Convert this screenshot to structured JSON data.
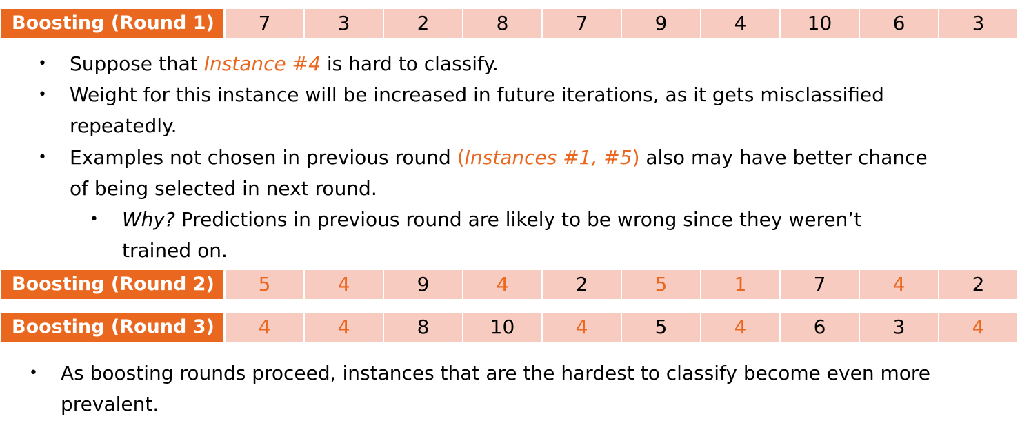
{
  "round1": {
    "label": "Boosting (Round 1)",
    "cells": [
      {
        "v": "7",
        "hl": false
      },
      {
        "v": "3",
        "hl": false
      },
      {
        "v": "2",
        "hl": false
      },
      {
        "v": "8",
        "hl": false
      },
      {
        "v": "7",
        "hl": false
      },
      {
        "v": "9",
        "hl": false
      },
      {
        "v": "4",
        "hl": false
      },
      {
        "v": "10",
        "hl": false
      },
      {
        "v": "6",
        "hl": false
      },
      {
        "v": "3",
        "hl": false
      }
    ]
  },
  "round2": {
    "label": "Boosting (Round 2)",
    "cells": [
      {
        "v": "5",
        "hl": true
      },
      {
        "v": "4",
        "hl": true
      },
      {
        "v": "9",
        "hl": false
      },
      {
        "v": "4",
        "hl": true
      },
      {
        "v": "2",
        "hl": false
      },
      {
        "v": "5",
        "hl": true
      },
      {
        "v": "1",
        "hl": true
      },
      {
        "v": "7",
        "hl": false
      },
      {
        "v": "4",
        "hl": true
      },
      {
        "v": "2",
        "hl": false
      }
    ]
  },
  "round3": {
    "label": "Boosting (Round 3)",
    "cells": [
      {
        "v": "4",
        "hl": true
      },
      {
        "v": "4",
        "hl": true
      },
      {
        "v": "8",
        "hl": false
      },
      {
        "v": "10",
        "hl": false
      },
      {
        "v": "4",
        "hl": true
      },
      {
        "v": "5",
        "hl": false
      },
      {
        "v": "4",
        "hl": true
      },
      {
        "v": "6",
        "hl": false
      },
      {
        "v": "3",
        "hl": false
      },
      {
        "v": "4",
        "hl": true
      }
    ]
  },
  "bullets": {
    "b1_pre": "Suppose that ",
    "b1_em": "Instance #4",
    "b1_post": " is hard to classify.",
    "b2_line1": "Weight for this instance will be increased in future iterations, as it gets misclassified",
    "b2_line2": "repeatedly.",
    "b3_pre": "Examples not chosen in previous round ",
    "b3_paren_open": "(",
    "b3_em": "Instances #1, #5",
    "b3_paren_close": ")",
    "b3_post": " also may have better chance",
    "b3_line2": "of being selected in next round.",
    "b4_em": "Why?",
    "b4_text": " Predictions in previous round are likely to be wrong since they weren’t",
    "b4_line2": "trained on.",
    "b5_line1": "As boosting rounds proceed, instances that are the hardest to classify become even more",
    "b5_line2": "prevalent."
  },
  "colors": {
    "accent": "#e9671f",
    "cell_bg": "#f8cbc0"
  },
  "bullet_glyph": "•"
}
